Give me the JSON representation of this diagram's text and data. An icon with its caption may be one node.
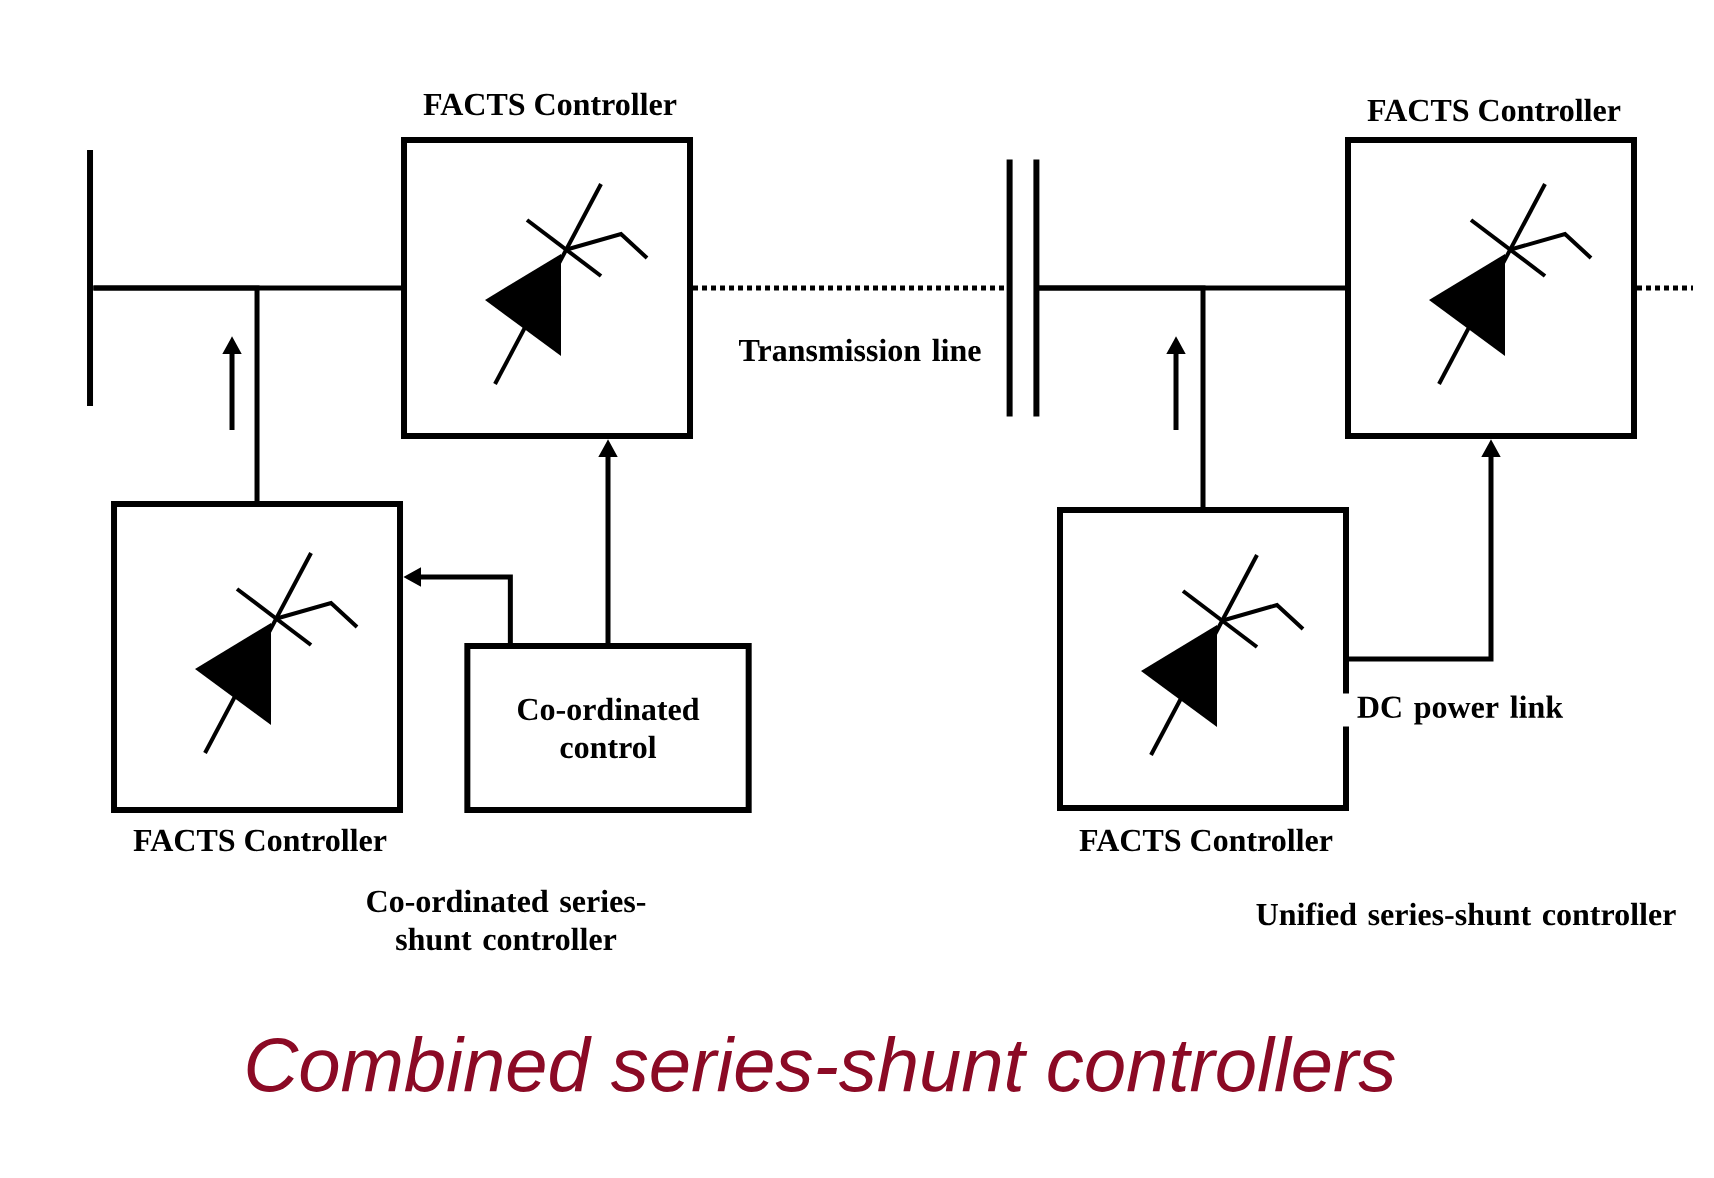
{
  "diagram": {
    "caption": "Combined series-shunt controllers",
    "nodes": [
      {
        "text": [],
        "shape": "bar"
      },
      {
        "text": [
          "FACTS Controller"
        ]
      },
      {
        "text": [
          "FACTS Controller"
        ]
      },
      {
        "text": [
          "Co-ordinated control"
        ]
      },
      {
        "text": [],
        "shape": "bar"
      },
      {
        "text": [
          "FACTS Controller"
        ]
      },
      {
        "text": [
          "FACTS Controller"
        ]
      }
    ],
    "edges": [
      {
        "from": 0,
        "to": 1,
        "arrow": "none"
      },
      {
        "from": 2,
        "to": 0,
        "arrow": "none"
      },
      {
        "from": 3,
        "to": 2,
        "arrow": "to"
      },
      {
        "from": 3,
        "to": 1,
        "arrow": "to"
      },
      {
        "from": 1,
        "to": 4,
        "arrow": "none",
        "style": "dashed",
        "label": "Transmission line"
      },
      {
        "from": 4,
        "to": 5,
        "arrow": "none"
      },
      {
        "from": 6,
        "to": 4,
        "arrow": "none"
      },
      {
        "from": 6,
        "to": 5,
        "arrow": "to",
        "label": "DC power link"
      },
      {
        "from": 5,
        "to": null,
        "arrow": "none",
        "style": "dashed"
      }
    ],
    "labels": [
      "Co-ordinated series-shunt controller",
      "Unified series-shunt controller"
    ]
  }
}
